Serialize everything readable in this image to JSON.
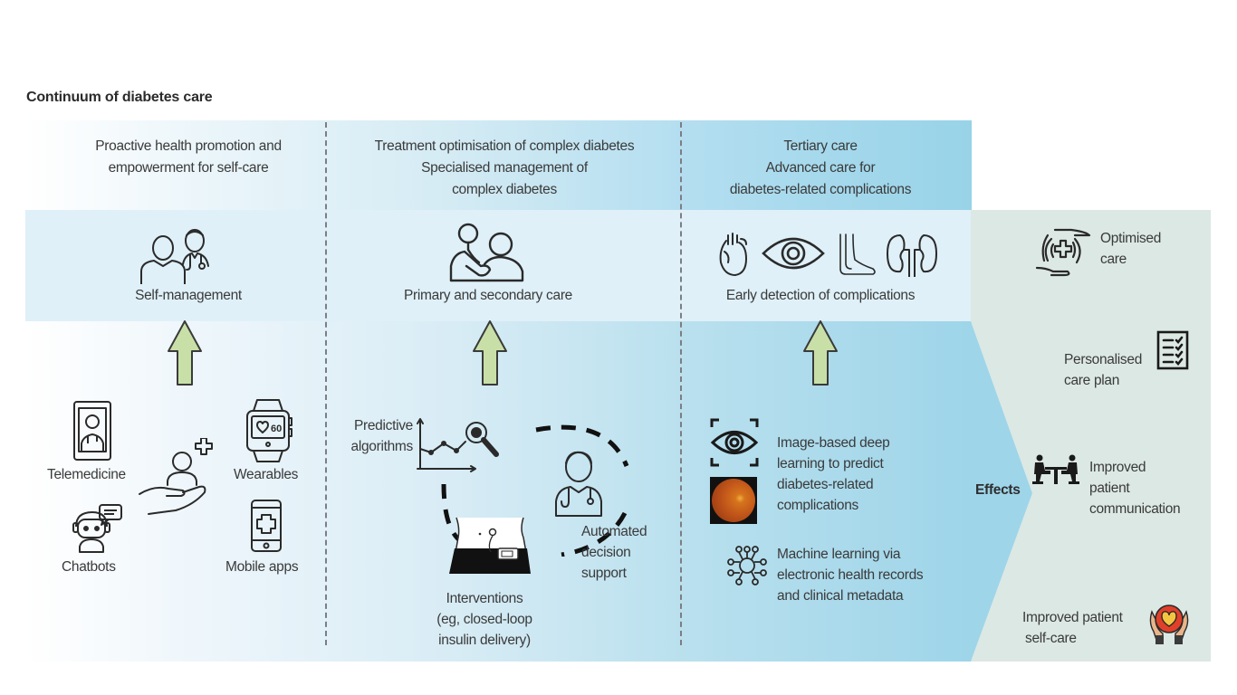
{
  "title": "Continuum of diabetes care",
  "columns": [
    {
      "heading": [
        "Proactive health promotion and",
        "empowerment for self-care"
      ],
      "focus_label": "Self-management",
      "focus_icon": "patient-and-doctor-icon",
      "tools": [
        {
          "label": "Telemedicine",
          "icon": "tablet-doctor-icon"
        },
        {
          "label": "Wearables",
          "icon": "smartwatch-icon"
        },
        {
          "label": "Chatbots",
          "icon": "chatbot-icon"
        },
        {
          "label": "Mobile apps",
          "icon": "mobile-health-app-icon"
        }
      ],
      "center_icon": "hand-holding-person-icon"
    },
    {
      "heading": [
        "Treatment optimisation of complex diabetes",
        "Specialised management of",
        "complex diabetes"
      ],
      "focus_label": "Primary and secondary care",
      "focus_icon": "doctor-examining-patient-icon",
      "cycle": {
        "predictive": [
          "Predictive",
          "algorithms"
        ],
        "decision": [
          "Automated",
          "decision",
          "support"
        ],
        "interventions": [
          "Interventions",
          "(eg, closed-loop",
          "insulin delivery)"
        ]
      }
    },
    {
      "heading": [
        "Tertiary care",
        "Advanced care for",
        "diabetes-related complications"
      ],
      "focus_label": "Early detection of complications",
      "focus_icons": [
        "heart-icon",
        "eye-icon",
        "foot-icon",
        "kidneys-icon"
      ],
      "tools": [
        {
          "label": [
            "Image-based deep",
            "learning to predict",
            "diabetes-related",
            "complications"
          ],
          "icon": "eye-scan-icon"
        },
        {
          "label": [
            "Machine learning via",
            "electronic health records",
            "and clinical metadata"
          ],
          "icon": "neural-network-icon"
        }
      ]
    }
  ],
  "effects": {
    "label": "Effects",
    "items": [
      {
        "label": [
          "Optimised",
          "care"
        ],
        "icon": "hands-care-cross-icon"
      },
      {
        "label": [
          "Personalised",
          "care plan"
        ],
        "icon": "checklist-icon"
      },
      {
        "label": [
          "Improved",
          "patient",
          "communication"
        ],
        "icon": "meeting-table-icon"
      },
      {
        "label": [
          "Improved patient",
          "self-care"
        ],
        "icon": "hands-heart-icon"
      }
    ]
  },
  "colors": {
    "arrow_fill": "#c8e0a8",
    "arrow_stroke": "#3a3a3a",
    "effects_bg": "#dce8e3",
    "chevron_bg": "#9ed5e9",
    "mid_band": "#dff0f8"
  }
}
